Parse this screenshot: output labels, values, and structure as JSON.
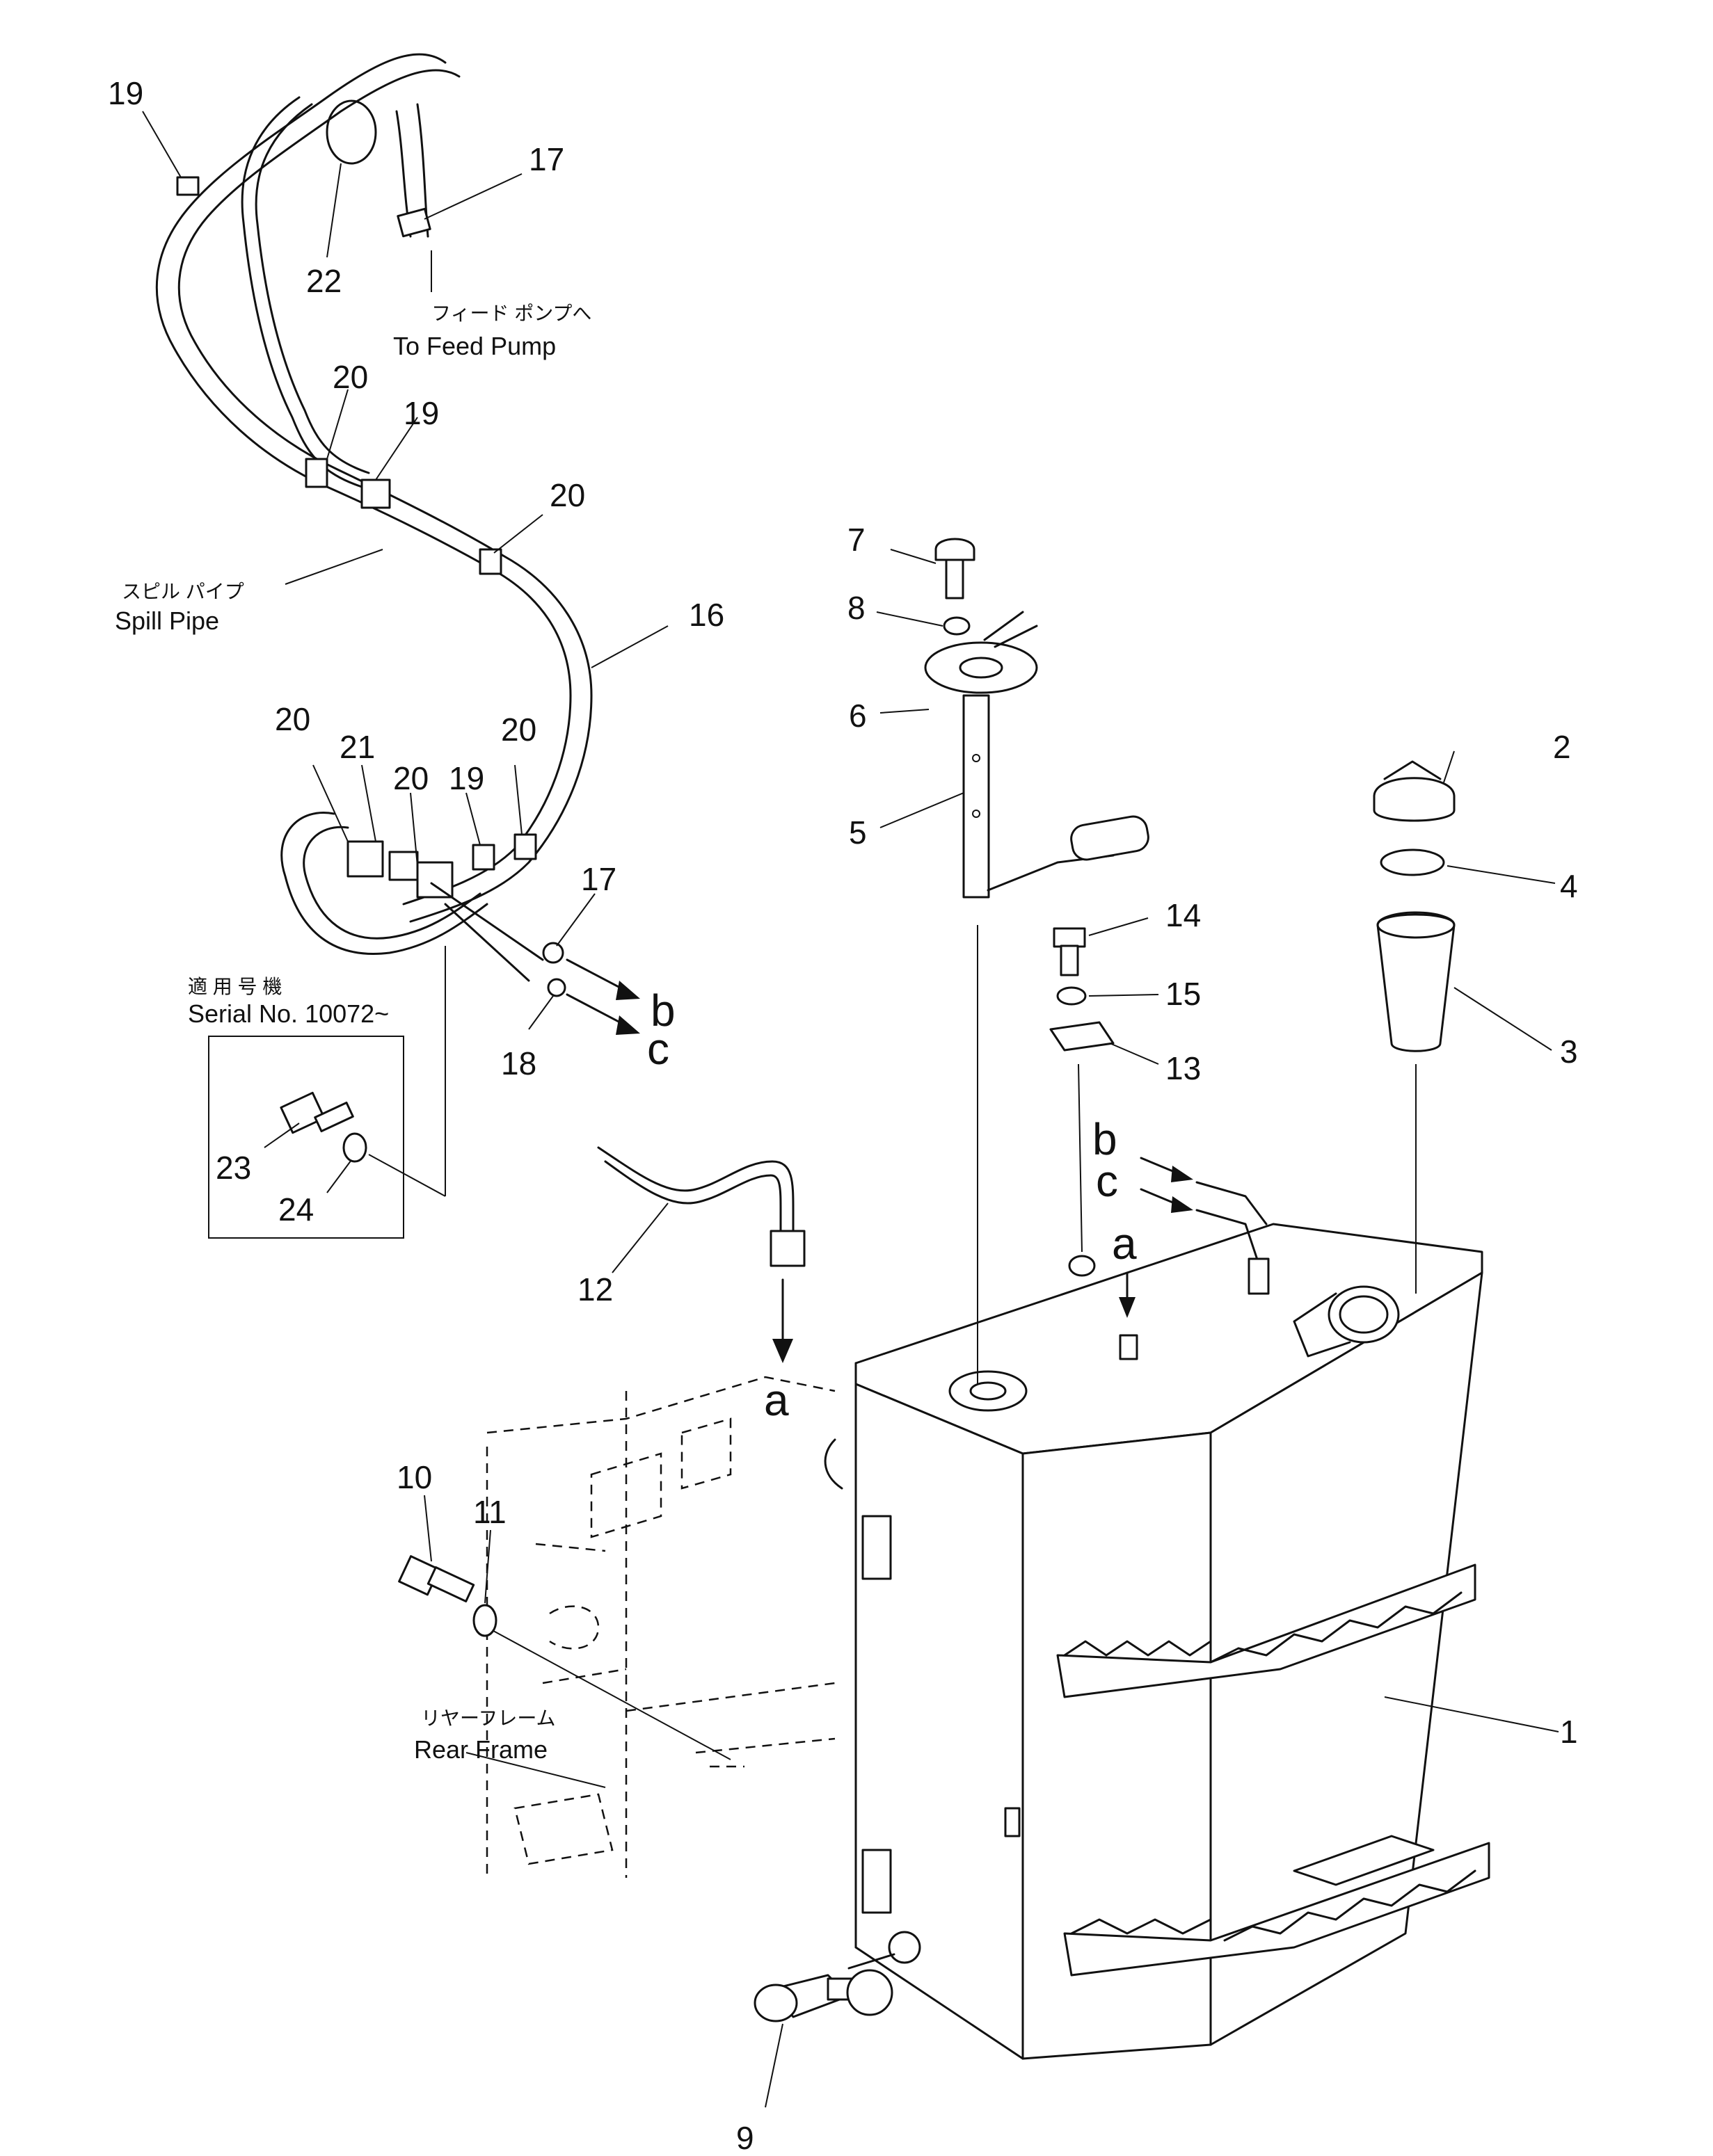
{
  "callouts": {
    "n1": "1",
    "n2": "2",
    "n3": "3",
    "n4": "4",
    "n5": "5",
    "n6": "6",
    "n7": "7",
    "n8": "8",
    "n9": "9",
    "n10": "10",
    "n11": "11",
    "n12": "12",
    "n13": "13",
    "n14": "14",
    "n15": "15",
    "n16": "16",
    "n17a": "17",
    "n17b": "17",
    "n18": "18",
    "n19a": "19",
    "n19b": "19",
    "n19c": "19",
    "n20a": "20",
    "n20b": "20",
    "n20c": "20",
    "n20d": "20",
    "n20e": "20",
    "n21": "21",
    "n22": "22",
    "n23": "23",
    "n24": "24"
  },
  "connectors": {
    "a_top": "a",
    "a_bottom": "a",
    "b_left": "b",
    "c_left": "c",
    "b_right": "b",
    "c_right": "c"
  },
  "annotations": {
    "feed_pump_jp": "フィード ポンプへ",
    "feed_pump_en": "To Feed Pump",
    "spill_pipe_jp": "スピル パイプ",
    "spill_pipe_en": "Spill Pipe",
    "serial_jp": "適 用 号 機",
    "serial_en": "Serial No. 10072~",
    "rear_frame_jp": "リヤーフレーム",
    "rear_frame_en": "Rear Frame"
  }
}
